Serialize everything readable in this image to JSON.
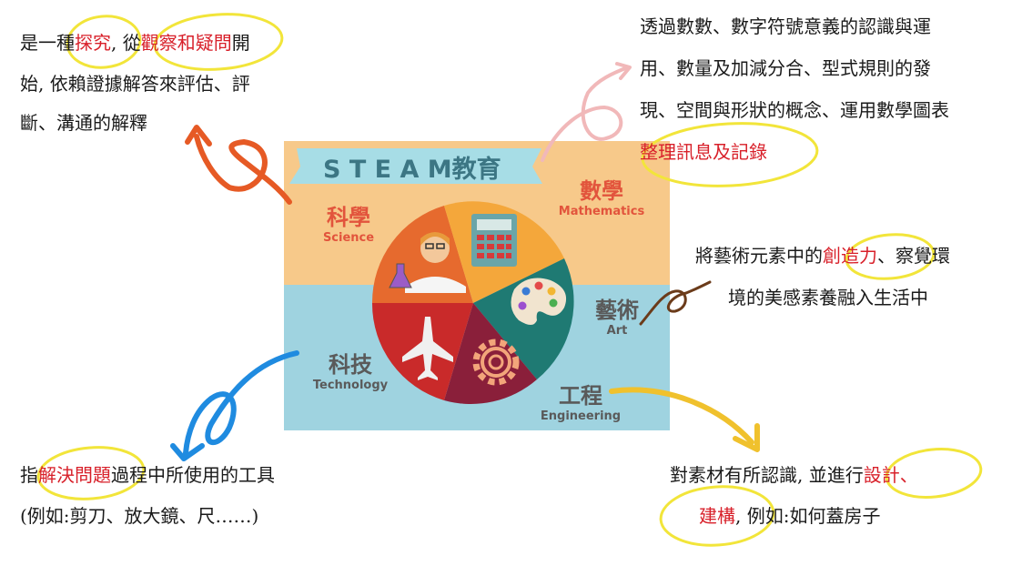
{
  "colors": {
    "red_text": "#d8202a",
    "panel_top": "#f7c98a",
    "panel_bottom": "#9fd3e0",
    "banner": "#a7dde6",
    "banner_text": "#3c7684",
    "label_text": "#5a5a5a",
    "label_accent": "#e2543c",
    "science_slice": "#e66a2e",
    "math_slice": "#f4a73b",
    "art_slice": "#1f7a73",
    "eng_slice": "#8a1f3a",
    "tech_slice": "#c92a2a",
    "highlight": "#f2e53a"
  },
  "banner": {
    "title": "S T E A M教育"
  },
  "fields": {
    "science": {
      "zh": "科學",
      "en": "Science"
    },
    "math": {
      "zh": "數學",
      "en": "Mathematics"
    },
    "art": {
      "zh": "藝術",
      "en": "Art"
    },
    "technology": {
      "zh": "科技",
      "en": "Technology"
    },
    "engineering": {
      "zh": "工程",
      "en": "Engineering"
    }
  },
  "notes": {
    "science": {
      "line1_a": "是一種",
      "line1_b": "探究",
      "line1_c": ", 從",
      "line1_d": "觀察和疑問",
      "line1_e": "開",
      "line2": "始, 依賴證據解答來評估、評",
      "line3": "斷、溝通的解釋"
    },
    "math": {
      "line1": "透過數數、數字符號意義的認識與運",
      "line2": "用、數量及加減分合、型式規則的發",
      "line3": "現、空間與形狀的概念、運用數學圖表",
      "line4": "整理訊息及記錄"
    },
    "art": {
      "line1_a": "將藝術元素中的",
      "line1_b": "創造力",
      "line1_c": "、察覺環",
      "line2": "境的美感素養融入生活中"
    },
    "technology": {
      "line1_a": "指",
      "line1_b": "解決問題",
      "line1_c": "過程中所使用的工具",
      "line2": "(例如:剪刀、放大鏡、尺……)"
    },
    "engineering": {
      "line1_a": "對素材有所認識, 並進行",
      "line1_b": "設計、",
      "line2_a": "建構",
      "line2_b": ", 例如:如何蓋房子"
    }
  }
}
